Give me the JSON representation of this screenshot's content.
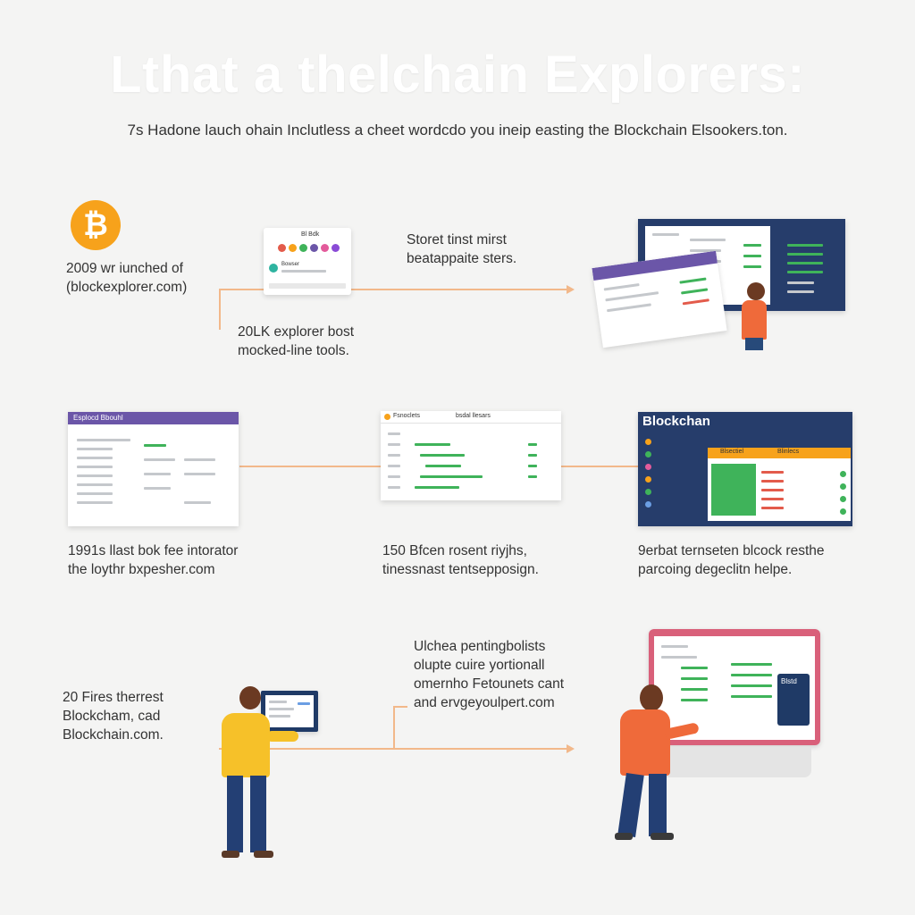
{
  "title": "Lthat a thelchain Explorers:",
  "subtitle": "7s Hadone lauch ohain Inclutless a cheet wordcdo you ineip easting the Blockchain Elsookers.ton.",
  "captions": {
    "c1": "2009 wr iunched of\n(blockexplorer.com)",
    "c2": "Storet tinst mirst\nbeatappaite sters.",
    "c3": "20LK explorer bost\nmocked-line tools.",
    "c4": "1991s llast bok fee intorator\nthe loythr bxpesher.com",
    "c5": "150 Bfcen rosent riyjhs,\ntinessnast tentsepposign.",
    "c6": "9erbat ternseten blcock resthe\nparcoing degeclitn helpe.",
    "c7": "Ulchea pentingbolists\nolupte cuire yortionall\nomernho Fetounets cant\nand ervgeyoulpert.com",
    "c8": "20 Fires therrest\nBlockcham, cad\nBlockchain.com."
  },
  "screens": {
    "s1_label": "Bl Bdk",
    "s1_item": "Bowser",
    "s5_title": "Esplocd Bbouhl",
    "s6_title": "Fsnoclets",
    "s6_menu": "bsdal llesars",
    "s7_title": "Blockchan",
    "s7_banner": "Blsectiel",
    "s7_banner_right": "Blinlecs",
    "s10_title": "Blstd"
  },
  "icons": {
    "bitcoin": "bitcoin-logo-icon",
    "arrow": "arrow-right-icon"
  },
  "colors": {
    "accent": "#f7a21b",
    "purple": "#6b56a8",
    "navy": "#263d6b",
    "green": "#3fb35a",
    "red": "#e35b4b",
    "connector": "#f2b88a"
  }
}
